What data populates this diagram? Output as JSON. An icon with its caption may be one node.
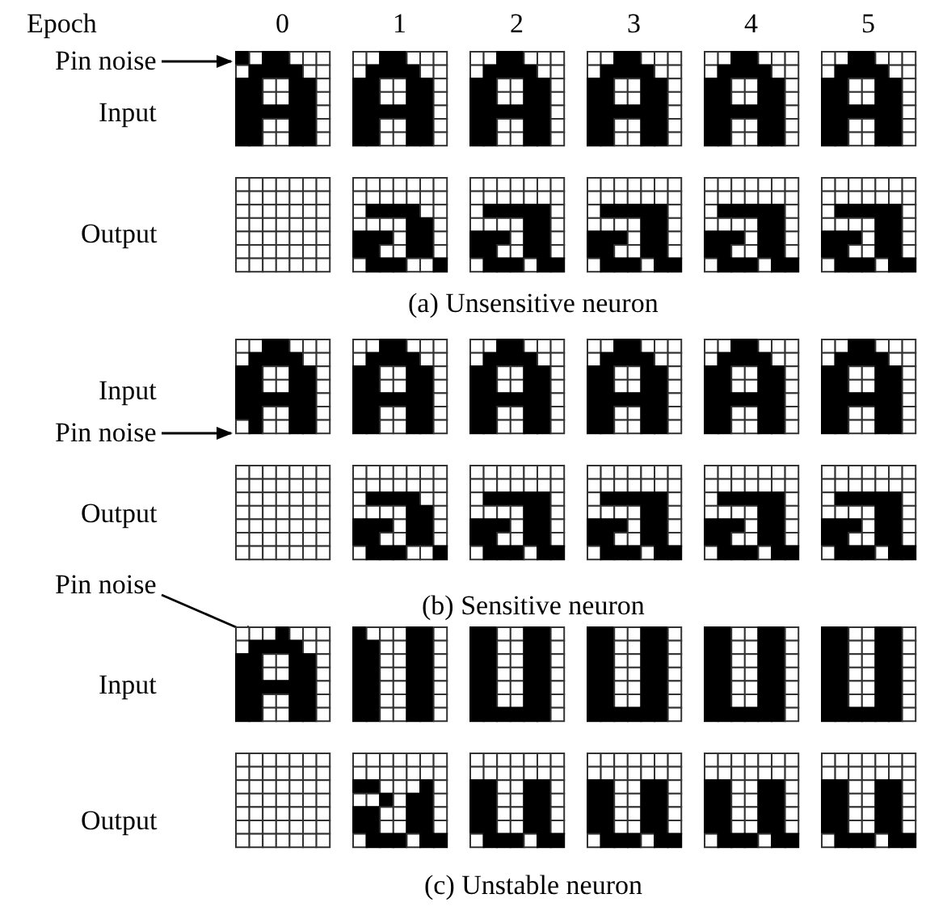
{
  "diagram": {
    "nodes": [
      {
        "text": [
          "Pin noise"
        ]
      },
      {
        "text": [
          "Pin noise"
        ]
      },
      {
        "text": [
          "Pin noise"
        ]
      }
    ],
    "edges": [
      {
        "from": 0,
        "to": null,
        "arrow": "to"
      },
      {
        "from": 1,
        "to": null,
        "arrow": "to"
      },
      {
        "from": 2,
        "to": null,
        "arrow": "to"
      }
    ],
    "labels": [
      "Epoch",
      "0",
      "1",
      "2",
      "3",
      "4",
      "5",
      "Input",
      "Output",
      "(a) Unsensitive neuron",
      "Input",
      "Output",
      "(b) Sensitive neuron",
      "Input",
      "Output",
      "(c) Unstable neuron"
    ]
  }
}
